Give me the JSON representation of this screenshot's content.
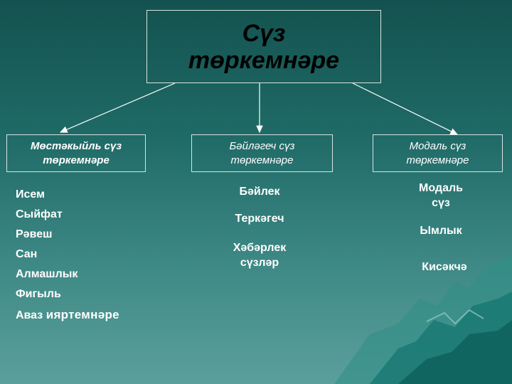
{
  "title": {
    "line1": "Сүз",
    "line2": "төркемнәре"
  },
  "categories": {
    "left": {
      "line1": "Мөстәкыйль сүз",
      "line2": "төркемнәре"
    },
    "middle": {
      "line1": "Бәйләгеч сүз",
      "line2": "төркемнәре"
    },
    "right": {
      "line1": "Модаль сүз",
      "line2": "төркемнәре"
    }
  },
  "left_items": [
    "Исем",
    "Сыйфат",
    "Рәвеш",
    "Сан",
    "Алмашлык",
    "Фигыль"
  ],
  "left_last": {
    "part1": "Аваз",
    "part2": "ияртемнәре"
  },
  "middle_items": {
    "item1": "Бәйлек",
    "item2": "Теркәгеч",
    "item3_line1": "Хәбәрлек",
    "item3_line2": "сүзләр"
  },
  "right_items": {
    "item1_line1": "Модаль",
    "item1_line2": "сүз",
    "item2": "Ымлык",
    "item3": "Кисәкчә"
  },
  "colors": {
    "background": "#1f6a66",
    "text": "#ffffff",
    "title_text": "#000000",
    "border": "#d8e4e2"
  }
}
